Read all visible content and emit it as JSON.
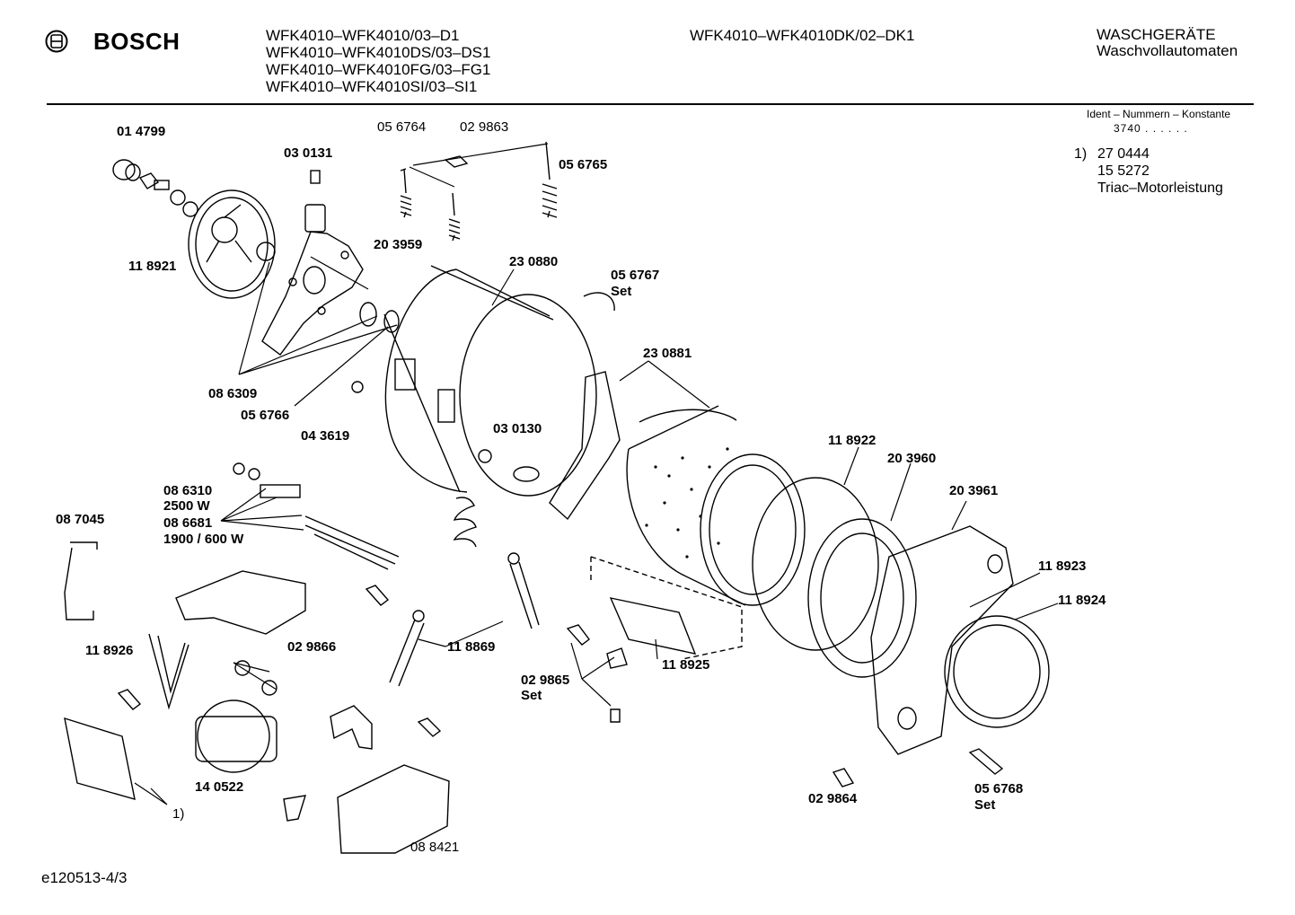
{
  "header": {
    "brand": "BOSCH",
    "models_left": [
      "WFK4010–WFK4010/03–D1",
      "WFK4010–WFK4010DS/03–DS1",
      "WFK4010–WFK4010FG/03–FG1",
      "WFK4010–WFK4010SI/03–SI1"
    ],
    "model_mid": "WFK4010–WFK4010DK/02–DK1",
    "category": "WASCHGERÄTE",
    "subcategory": "Waschvollautomaten"
  },
  "ident": {
    "title": "Ident – Nummern – Konstante",
    "value": "3740 . . . . . .",
    "footnote_marker": "1)",
    "footnote_lines": [
      "27 0444",
      "15 5272",
      "Triac–Motorleistung"
    ]
  },
  "parts": {
    "p014799": "01 4799",
    "p030131": "03 0131",
    "p056764": "05 6764",
    "p029863": "02 9863",
    "p056765": "05 6765",
    "p118921": "11 8921",
    "p203959": "20 3959",
    "p230880": "23 0880",
    "p056767": "05 6767",
    "set1": "Set",
    "p086309": "08 6309",
    "p056766": "05 6766",
    "p230881": "23 0881",
    "p043619": "04 3619",
    "p030130": "03 0130",
    "p086310": "08 6310",
    "w2500": "2500 W",
    "p086681": "08 6681",
    "w1900": "1900 / 600 W",
    "p087045": "08 7045",
    "p118922": "11 8922",
    "p203960": "20 3960",
    "p203961": "20 3961",
    "p118923": "11 8923",
    "p118924": "11 8924",
    "p118926": "11 8926",
    "p029866": "02 9866",
    "p118869": "11 8869",
    "p118925": "11 8925",
    "p029865": "02 9865",
    "set2": "Set",
    "p140522": "14 0522",
    "p029864": "02 9864",
    "p056768": "05 6768",
    "set3": "Set",
    "fn1": "1)",
    "p088421": "08 8421"
  },
  "footer": {
    "drawing_id": "e120513-4/3"
  }
}
